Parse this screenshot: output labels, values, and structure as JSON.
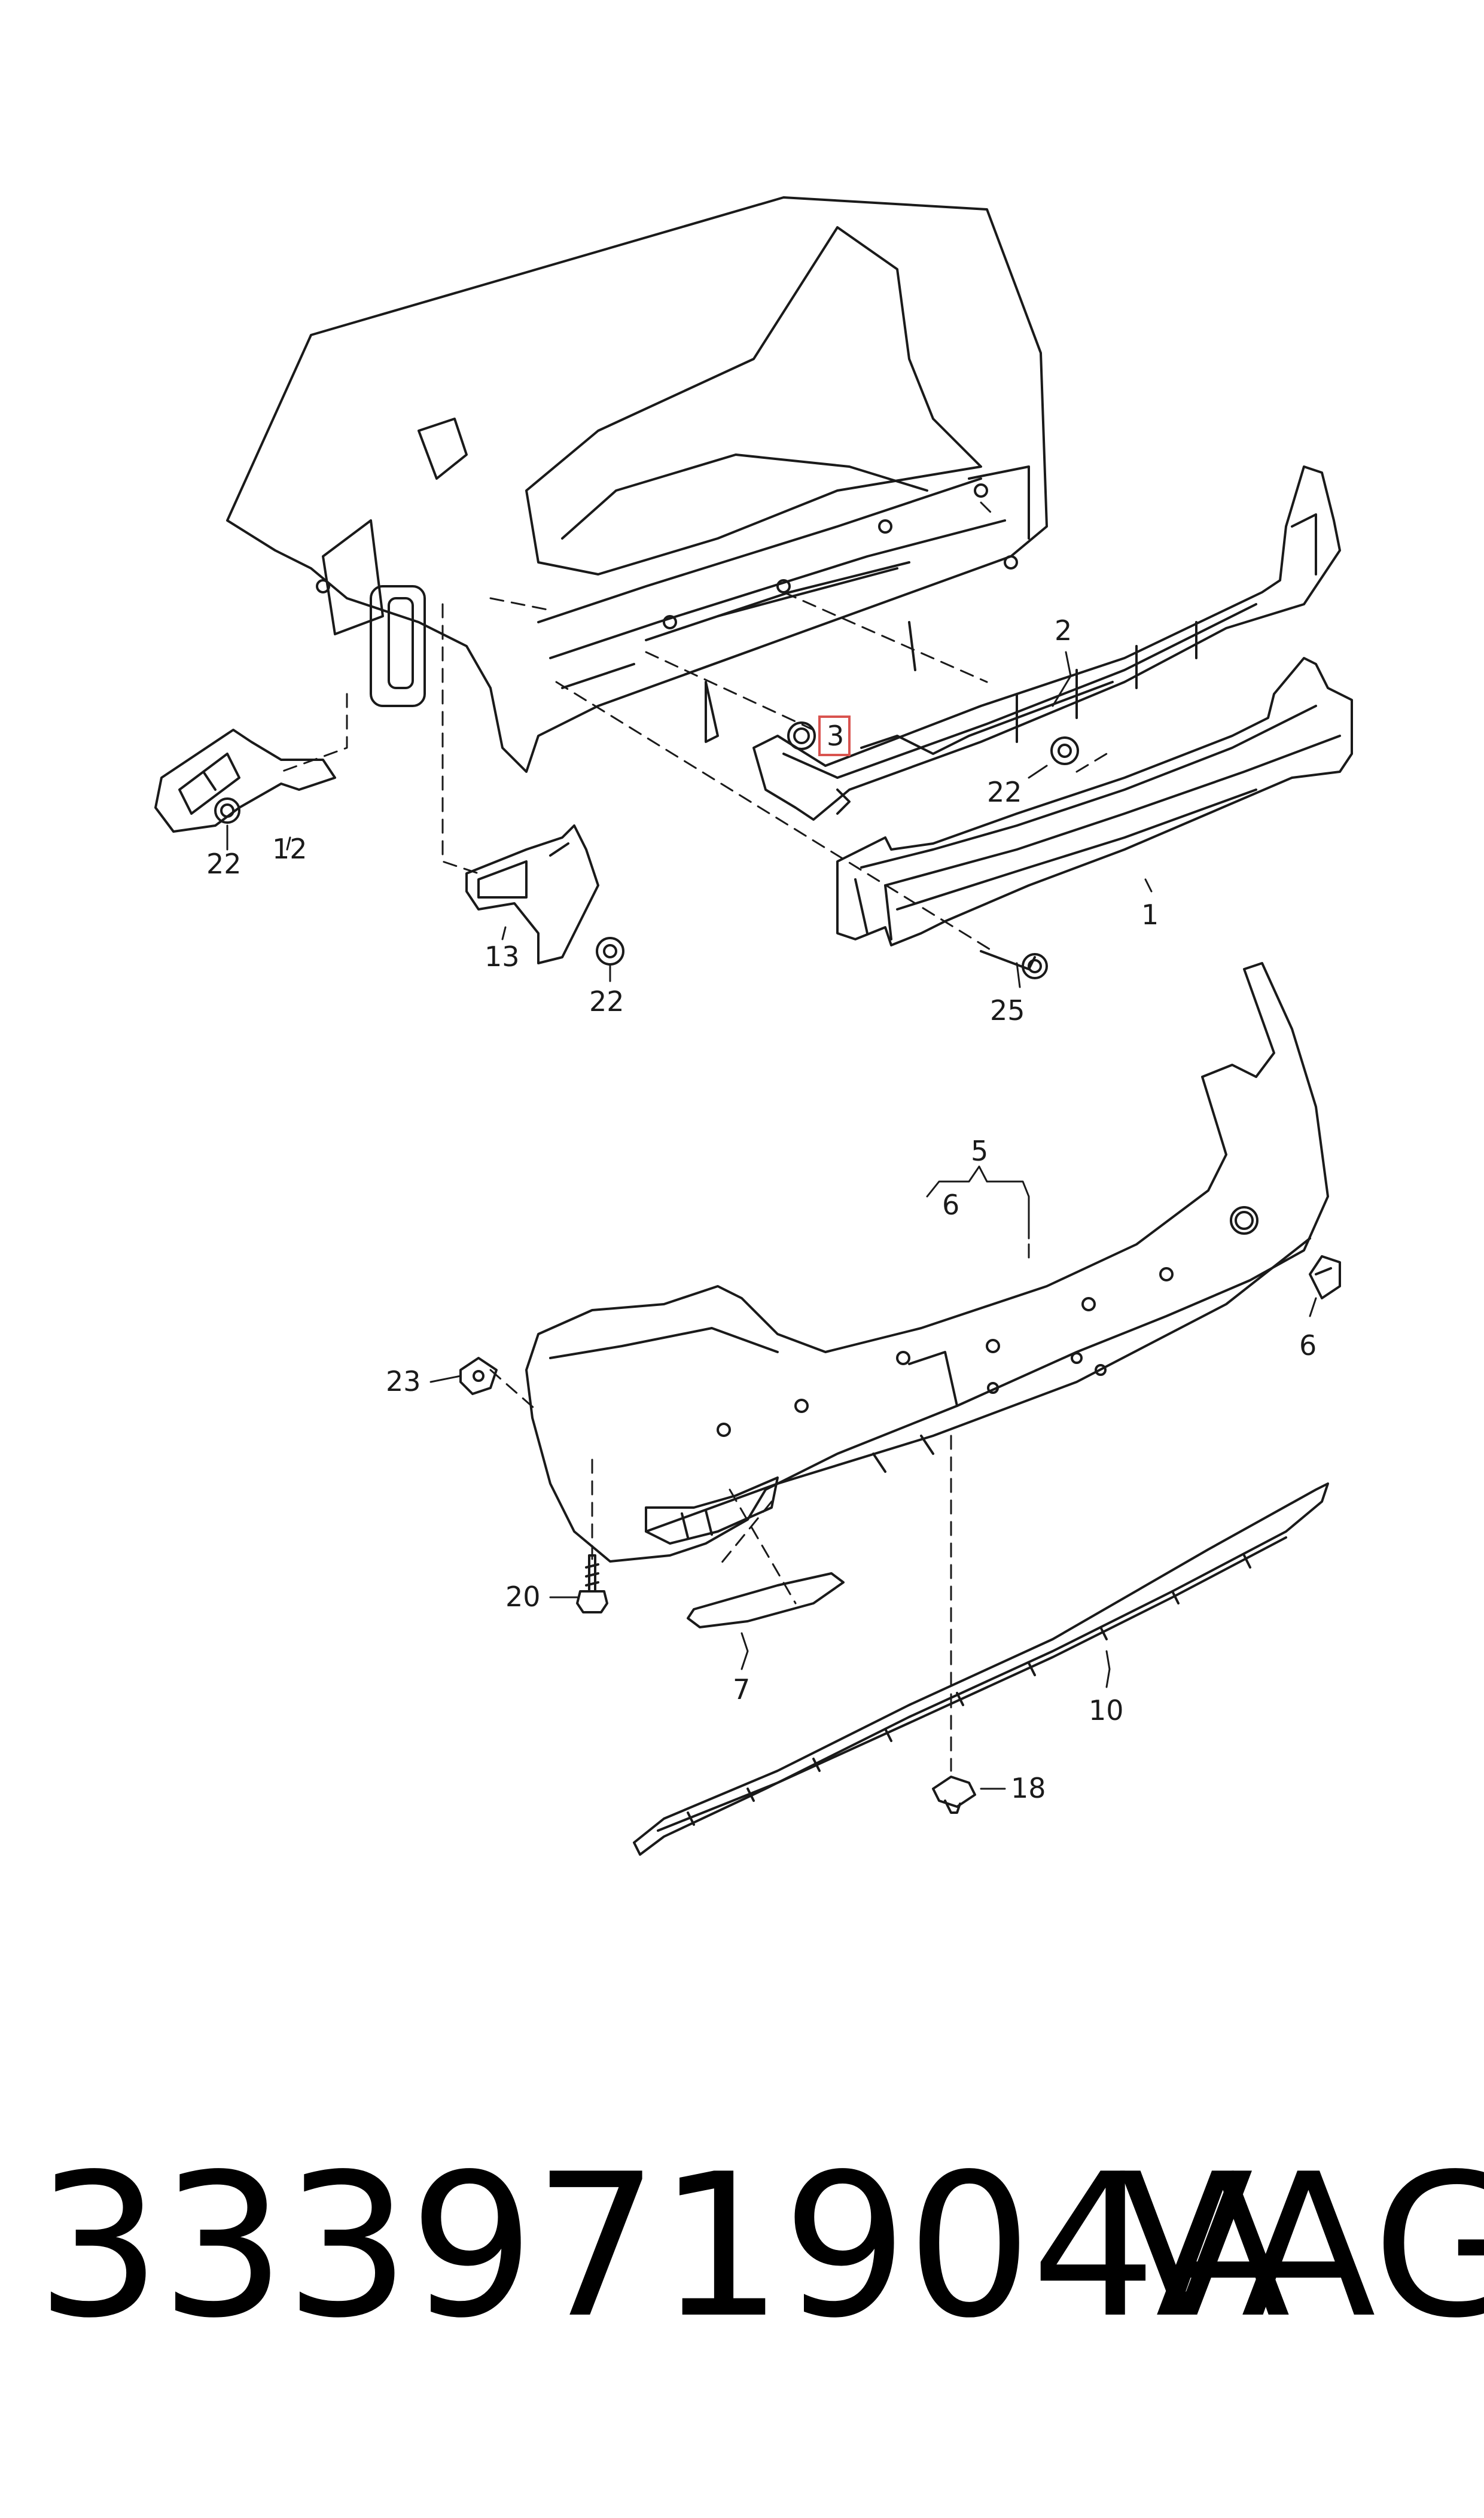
{
  "diagram": {
    "callouts": {
      "c1": "1",
      "c2": "2",
      "c3": "3",
      "c5": "5",
      "c6a": "6",
      "c6b": "6",
      "c7": "7",
      "c10": "10",
      "c12": "12",
      "c13": "13",
      "c18": "18",
      "c20": "20",
      "c22a": "22",
      "c22b": "22",
      "c22c": "22",
      "c23": "23",
      "c25": "25"
    },
    "highlight_color": "#d9534f"
  },
  "footer": {
    "part_number": "333971904A",
    "brand": "VAG"
  }
}
